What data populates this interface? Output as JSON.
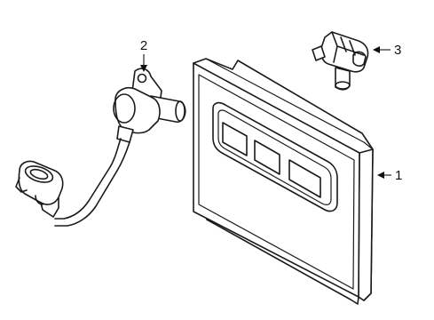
{
  "callouts": [
    {
      "id": "1",
      "label": "1"
    },
    {
      "id": "2",
      "label": "2"
    },
    {
      "id": "3",
      "label": "3"
    }
  ],
  "parts": [
    {
      "id": "1",
      "icon": "control-module-icon"
    },
    {
      "id": "2",
      "icon": "position-sensor-with-harness-icon"
    },
    {
      "id": "3",
      "icon": "sensor-connector-icon"
    }
  ]
}
